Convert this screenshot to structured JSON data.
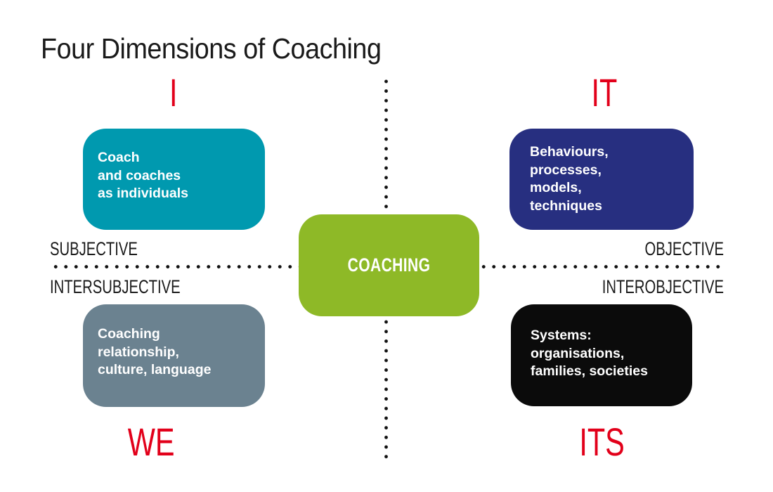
{
  "title": "Four Dimensions of Coaching",
  "axis_labels": {
    "subjective": "SUBJECTIVE",
    "intersubjective": "INTERSUBJECTIVE",
    "objective": "OBJECTIVE",
    "interobjective": "INTEROBJECTIVE"
  },
  "center_box": {
    "label": "COACHING",
    "color": "#8EB927"
  },
  "quadrants": [
    {
      "position": "upper-left",
      "label": "I",
      "color": "#0099AF",
      "lines": [
        "Coach",
        "and coaches",
        "as individuals"
      ]
    },
    {
      "position": "upper-right",
      "label": "IT",
      "color": "#272F80",
      "lines": [
        "Behaviours,",
        "processes,",
        "models,",
        "techniques"
      ]
    },
    {
      "position": "lower-left",
      "label": "WE",
      "color": "#6B8290",
      "lines": [
        "Coaching",
        "relationship,",
        "culture, language"
      ]
    },
    {
      "position": "lower-right",
      "label": "ITS",
      "color": "#0B0B0B",
      "lines": [
        "Systems:",
        "organisations,",
        "families, societies"
      ]
    }
  ],
  "accent_colors": {
    "quadrant_label_red": "#E2001A",
    "text_dark": "#1A1A1A",
    "dot_color": "#121212",
    "box_text": "#FFFFFF"
  }
}
